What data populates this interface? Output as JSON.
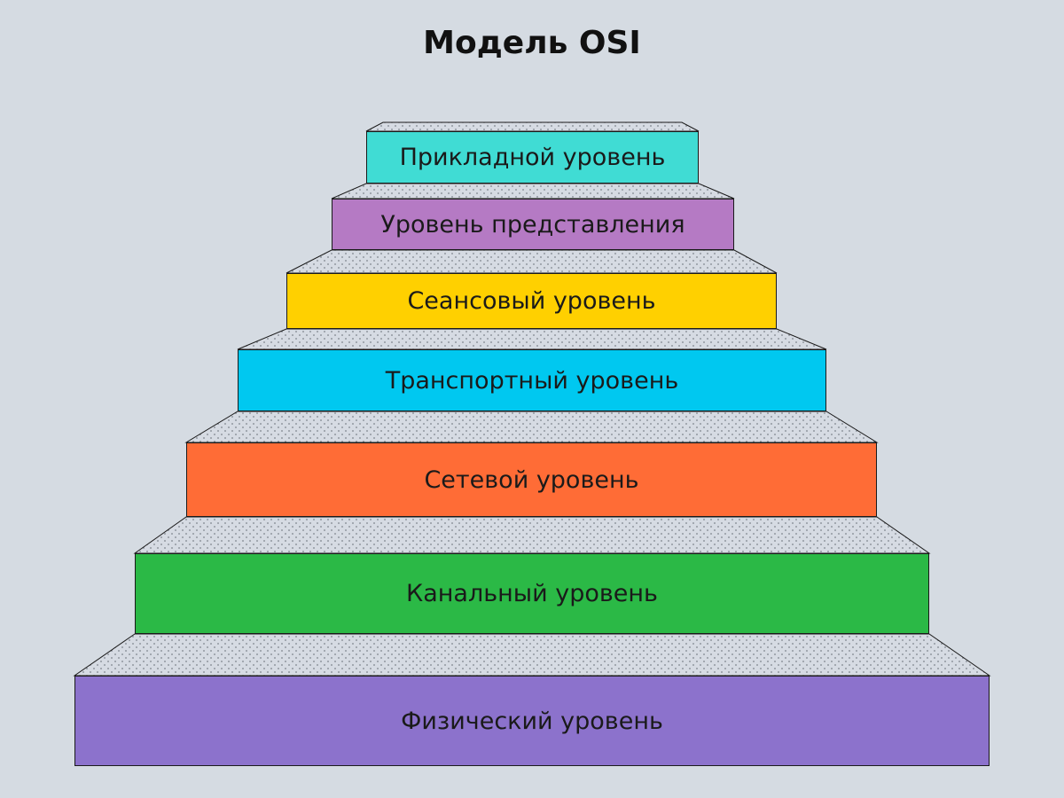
{
  "title": "Модель OSI",
  "layers": [
    {
      "label": "Прикладной уровень",
      "color": "#40dcd4"
    },
    {
      "label": "Уровень представления",
      "color": "#b57ac4"
    },
    {
      "label": "Сеансовый уровень",
      "color": "#ffd000"
    },
    {
      "label": "Транспортный уровень",
      "color": "#00c8f0"
    },
    {
      "label": "Сетевой уровень",
      "color": "#ff6c36"
    },
    {
      "label": "Канальный уровень",
      "color": "#2bb946"
    },
    {
      "label": "Физический уровень",
      "color": "#8c72cc"
    }
  ],
  "tread_color": "#d6dbe3"
}
